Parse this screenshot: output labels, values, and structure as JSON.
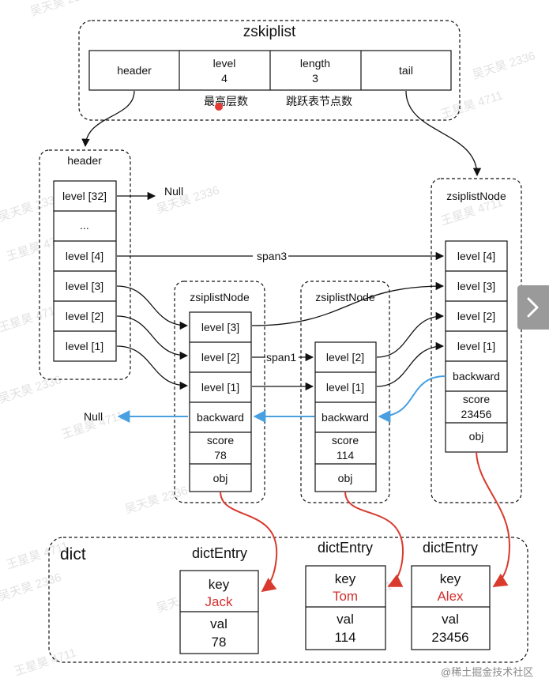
{
  "zskiplist": {
    "title": "zskiplist",
    "cells": [
      {
        "label": "header",
        "value": ""
      },
      {
        "label": "level",
        "value": "4"
      },
      {
        "label": "length",
        "value": "3"
      },
      {
        "label": "tail",
        "value": ""
      }
    ],
    "note_level": "最高层数",
    "note_length": "跳跃表节点数"
  },
  "header_node": {
    "title": "header",
    "levels": [
      "level [32]",
      "...",
      "level [4]",
      "level [3]",
      "level [2]",
      "level [1]"
    ],
    "null_label": "Null"
  },
  "node1": {
    "title": "zsiplistNode",
    "levels": [
      "level [3]",
      "level [2]",
      "level [1]"
    ],
    "backward": "backward",
    "score_label": "score",
    "score": "78",
    "obj": "obj"
  },
  "node2": {
    "title": "zsiplistNode",
    "levels": [
      "level [2]",
      "level [1]"
    ],
    "backward": "backward",
    "score_label": "score",
    "score": "114",
    "obj": "obj"
  },
  "node3": {
    "title": "zsiplistNode",
    "levels": [
      "level [4]",
      "level [3]",
      "level [2]",
      "level [1]"
    ],
    "backward": "backward",
    "score_label": "score",
    "score": "23456",
    "obj": "obj"
  },
  "edge_labels": {
    "span3": "span3",
    "span1": "span1",
    "null_backward": "Null"
  },
  "dict": {
    "title": "dict",
    "entries": [
      {
        "title": "dictEntry",
        "key_label": "key",
        "key": "Jack",
        "val_label": "val",
        "val": "78"
      },
      {
        "title": "dictEntry",
        "key_label": "key",
        "key": "Tom",
        "val_label": "val",
        "val": "114"
      },
      {
        "title": "dictEntry",
        "key_label": "key",
        "key": "Alex",
        "val_label": "val",
        "val": "23456"
      }
    ]
  },
  "watermarks": [
    "吴天昊 2336",
    "王星昊 4711"
  ],
  "footer": "@稀土掘金技术社区",
  "colors": {
    "pointer_red": "#d83a2e",
    "backward_blue": "#4a9fe0",
    "key_red": "#d32f2f"
  }
}
